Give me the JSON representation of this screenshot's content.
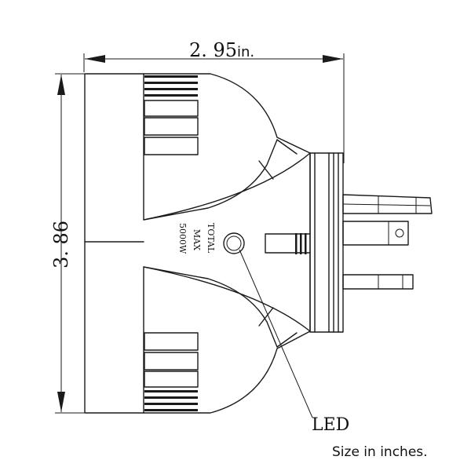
{
  "dimensions": {
    "width_value": "2. 95",
    "width_unit": "in.",
    "height_value": "3. 86"
  },
  "labels": {
    "rating_line1": "TOTAL",
    "rating_line2": "MAX",
    "rating_line3": "5000W",
    "led": "LED"
  },
  "caption": "Size in inches."
}
